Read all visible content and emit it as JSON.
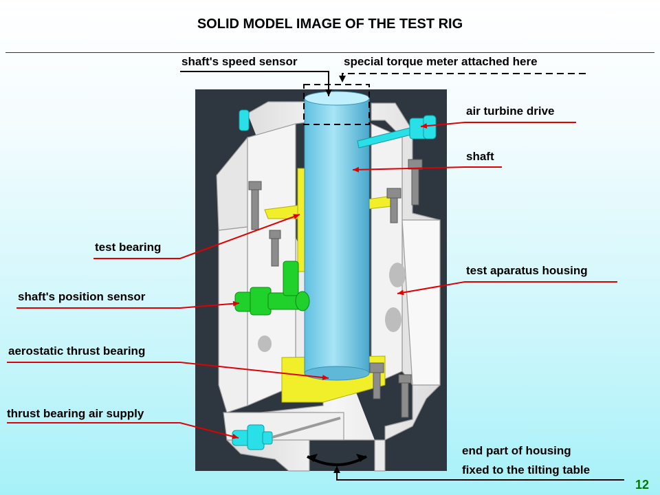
{
  "title": "SOLID MODEL IMAGE OF THE TEST RIG",
  "labels": {
    "speed_sensor": "shaft's speed sensor",
    "torque_meter": "special torque meter attached here",
    "air_turbine": "air turbine drive",
    "shaft": "shaft",
    "test_bearing": "test bearing",
    "housing": "test aparatus housing",
    "position_sensor": "shaft's position sensor",
    "thrust_bearing": "aerostatic thrust bearing",
    "air_supply": "thrust bearing air supply",
    "end_part_line1": "end part of housing",
    "end_part_line2": "fixed to the tilting table"
  },
  "page_number": "12",
  "colors": {
    "arrow": "#e00000",
    "shaft": "#8fd8f0",
    "bearing": "#f0ef2a",
    "sensor": "#1fd12a",
    "fitting": "#29e0e8",
    "housing": "#ececec",
    "background_panel": "#2e3640",
    "page_number": "#007a00"
  }
}
